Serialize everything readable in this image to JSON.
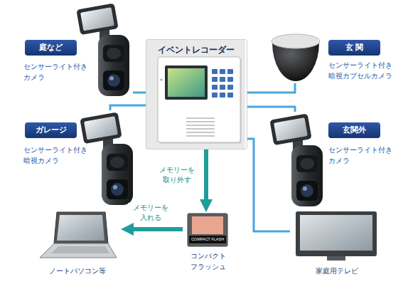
{
  "diagram": {
    "nodes": [
      {
        "text": [
          "庭など",
          "センサーライト付き カメラ"
        ]
      },
      {
        "text": [
          "イベントレコーダー"
        ]
      },
      {
        "text": [
          "玄 関",
          "センサーライト付き 暗視カプセルカメラ"
        ]
      },
      {
        "text": [
          "ガレージ",
          "センサーライト付き 暗視カメラ"
        ]
      },
      {
        "text": [
          "玄関外",
          "センサーライト付き カメラ"
        ]
      },
      {
        "text": [
          "COMPACT FLASH",
          "コンパクト フラッシュ"
        ]
      },
      {
        "text": [
          "ノートパソコン等"
        ]
      },
      {
        "text": [
          "家庭用テレビ"
        ]
      }
    ],
    "edges": [
      {
        "from": 0,
        "to": 1,
        "arrow": "none"
      },
      {
        "from": 1,
        "to": 2,
        "arrow": "none"
      },
      {
        "from": 3,
        "to": 1,
        "arrow": "none"
      },
      {
        "from": 1,
        "to": 4,
        "arrow": "none"
      },
      {
        "from": 1,
        "to": 5,
        "arrow": "to",
        "label": "メモリーを 取り外す"
      },
      {
        "from": 5,
        "to": 6,
        "arrow": "to",
        "label": "メモリーを 入れる"
      },
      {
        "from": 1,
        "to": 7,
        "arrow": "none"
      }
    ]
  }
}
